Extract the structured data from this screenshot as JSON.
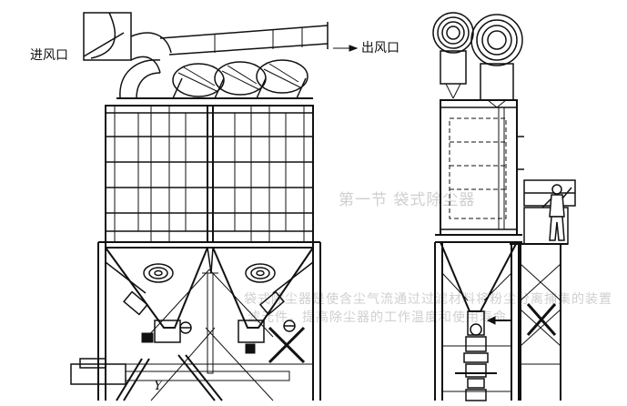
{
  "labels": {
    "inlet": "进风口",
    "outlet": "出风口",
    "y_mark": "Y"
  },
  "background_text": [
    "第一节 袋式除尘器",
    "袋式除尘器是使含尘气流通过过滤材料将粉尘分离捕集的装置",
    "滤元件，提高除尘器的工作温度和使用寿命"
  ],
  "colors": {
    "line": "#111111",
    "watermark": "#cfcfcf",
    "paper": "#ffffff"
  }
}
